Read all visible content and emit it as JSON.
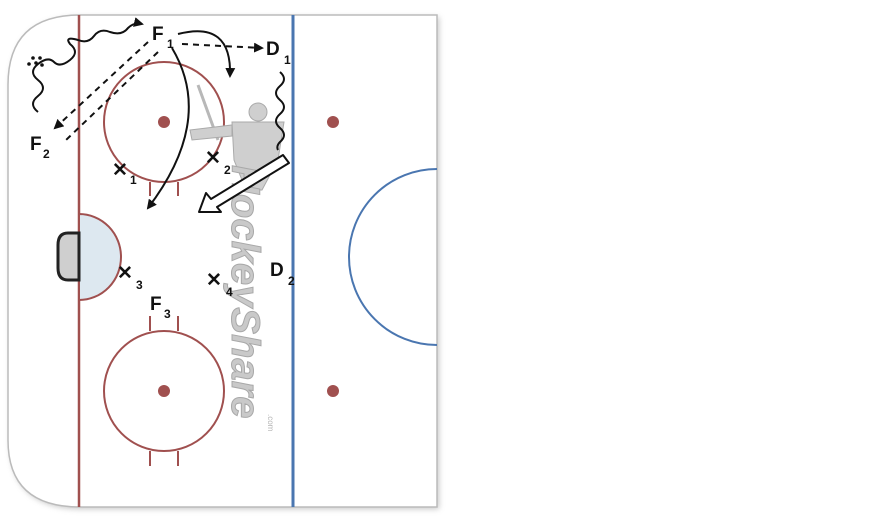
{
  "players": {
    "F1": {
      "letter": "F",
      "num": "1"
    },
    "F2": {
      "letter": "F",
      "num": "2"
    },
    "F3": {
      "letter": "F",
      "num": "3"
    },
    "D1": {
      "letter": "D",
      "num": "1"
    },
    "D2": {
      "letter": "D",
      "num": "2"
    }
  },
  "cones": {
    "x1": {
      "mark": "✕",
      "num": "1"
    },
    "x2": {
      "mark": "✕",
      "num": "2"
    },
    "x3": {
      "mark": "✕",
      "num": "3"
    },
    "x4": {
      "mark": "✕",
      "num": "4"
    }
  },
  "watermark": {
    "brand": "HockeyShare",
    "suffix": ".com"
  },
  "colors": {
    "red_line": "#a0504f",
    "blue_line": "#4a76b0",
    "crease_fill": "#dde8f0",
    "rink_border": "#bbbbbb",
    "arrow": "#111111"
  }
}
